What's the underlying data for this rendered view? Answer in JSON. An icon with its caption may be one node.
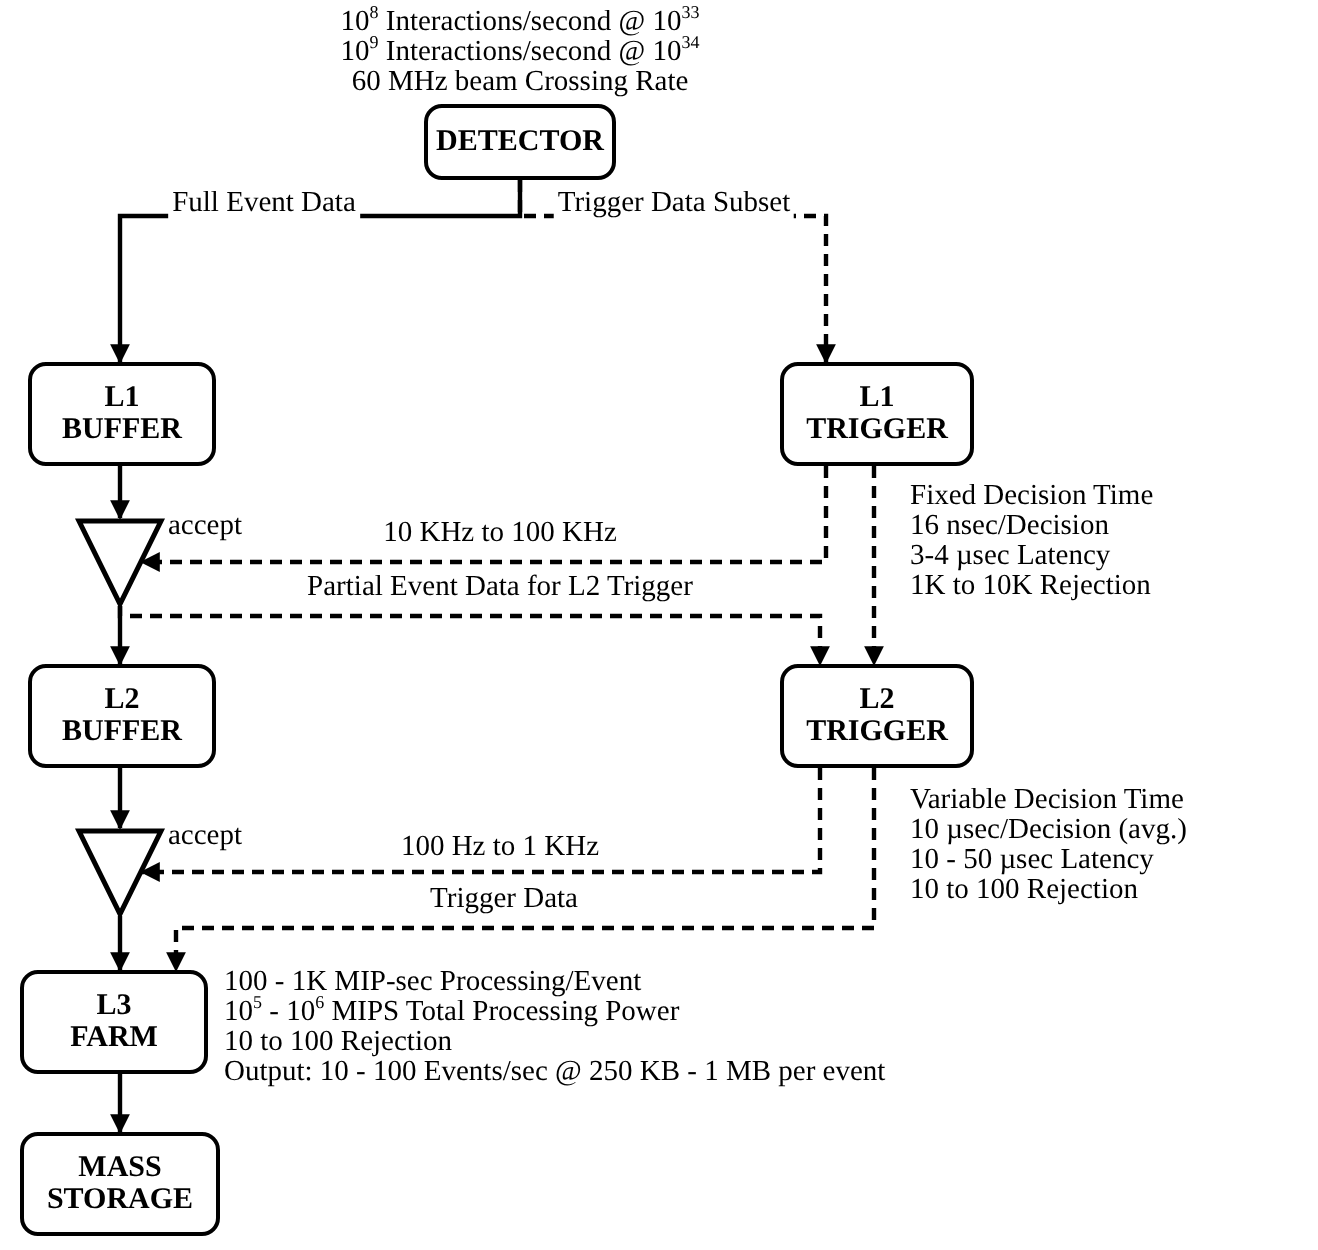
{
  "diagram": {
    "nodes": [
      {
        "text": [
          "DETECTOR"
        ],
        "beside": [
          "10$^{8}$ Interactions/second @ 10$^{33}$",
          "10$^{9}$ Interactions/second @ 10$^{34}$",
          "60 MHz beam Crossing Rate"
        ]
      },
      {
        "text": [
          "L1 BUFFER"
        ]
      },
      {
        "text": [
          "L1 TRIGGER"
        ],
        "beside": [
          "Fixed Decision Time",
          "16 nsec/Decision",
          "3-4 µsec Latency",
          "1K to 10K Rejection"
        ]
      },
      {
        "text": [],
        "shape": "triangle",
        "beside": [
          "accept"
        ]
      },
      {
        "text": [
          "L2 BUFFER"
        ]
      },
      {
        "text": [
          "L2 TRIGGER"
        ],
        "beside": [
          "Variable Decision Time",
          "10 µsec/Decision (avg.)",
          "10 - 50 µsec Latency",
          "10 to 100 Rejection"
        ]
      },
      {
        "text": [],
        "shape": "triangle",
        "beside": [
          "accept"
        ]
      },
      {
        "text": [
          "L3 FARM"
        ],
        "beside": [
          "100 - 1K MIP-sec Processing/Event",
          "10$^{5}$ - 10$^{6}$ MIPS Total Processing Power",
          "10 to 100 Rejection",
          "Output: 10 - 100 Events/sec @ 250 KB - 1 MB per event"
        ]
      },
      {
        "text": [
          "MASS STORAGE"
        ]
      }
    ],
    "edges": [
      {
        "from": 0,
        "to": 1,
        "arrow": "to",
        "label": "Full Event Data"
      },
      {
        "from": 0,
        "to": 2,
        "arrow": "to",
        "label": "Trigger Data Subset",
        "style": "dashed"
      },
      {
        "from": 1,
        "to": 3,
        "arrow": "to"
      },
      {
        "from": 2,
        "to": 3,
        "arrow": "to",
        "label": "10 KHz to 100 KHz",
        "style": "dashed"
      },
      {
        "from": 3,
        "to": 4,
        "arrow": "to"
      },
      {
        "from": 3,
        "to": 5,
        "arrow": "to",
        "label": "Partial Event Data for L2 Trigger",
        "style": "dashed"
      },
      {
        "from": 2,
        "to": 5,
        "arrow": "to",
        "style": "dashed"
      },
      {
        "from": 4,
        "to": 6,
        "arrow": "to"
      },
      {
        "from": 5,
        "to": 6,
        "arrow": "to",
        "label": "100 Hz to 1 KHz",
        "style": "dashed"
      },
      {
        "from": 6,
        "to": 7,
        "arrow": "to"
      },
      {
        "from": 5,
        "to": 7,
        "arrow": "to",
        "label": "Trigger Data",
        "style": "dashed"
      },
      {
        "from": 7,
        "to": 8,
        "arrow": "to"
      }
    ]
  }
}
